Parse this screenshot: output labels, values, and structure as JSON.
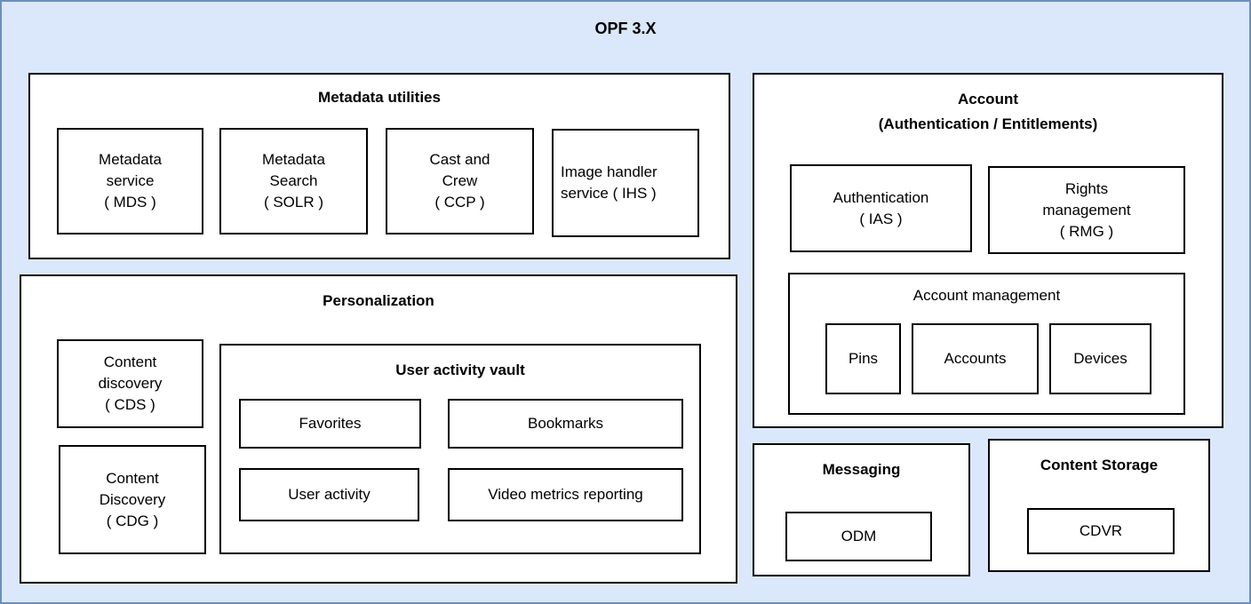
{
  "title": "OPF 3.X",
  "colors": {
    "canvas_background": "#dbe8fb",
    "canvas_border": "#6c8ebf",
    "box_fill": "#ffffff",
    "box_border": "#000000",
    "text": "#000000"
  },
  "metadata_utilities": {
    "title": "Metadata utilities",
    "mds": "Metadata\nservice\n( MDS )",
    "solr": "Metadata\nSearch\n( SOLR )",
    "ccp": "Cast and\nCrew\n( CCP )",
    "ihs": "Image handler\nservice ( IHS )"
  },
  "personalization": {
    "title": "Personalization",
    "cds": "Content\ndiscovery\n( CDS )",
    "cdg": "Content\nDiscovery\n( CDG )",
    "user_activity_vault": {
      "title": "User activity vault",
      "favorites": "Favorites",
      "bookmarks": "Bookmarks",
      "user_activity": "User activity",
      "video_metrics": "Video metrics reporting"
    }
  },
  "account": {
    "title": "Account\n(Authentication / Entitlements)",
    "ias": "Authentication\n( IAS )",
    "rmg": "Rights\nmanagement\n( RMG )",
    "account_management": {
      "title": "Account management",
      "pins": "Pins",
      "accounts": "Accounts",
      "devices": "Devices"
    }
  },
  "messaging": {
    "title": "Messaging",
    "odm": "ODM"
  },
  "content_storage": {
    "title": "Content Storage",
    "cdvr": "CDVR"
  }
}
